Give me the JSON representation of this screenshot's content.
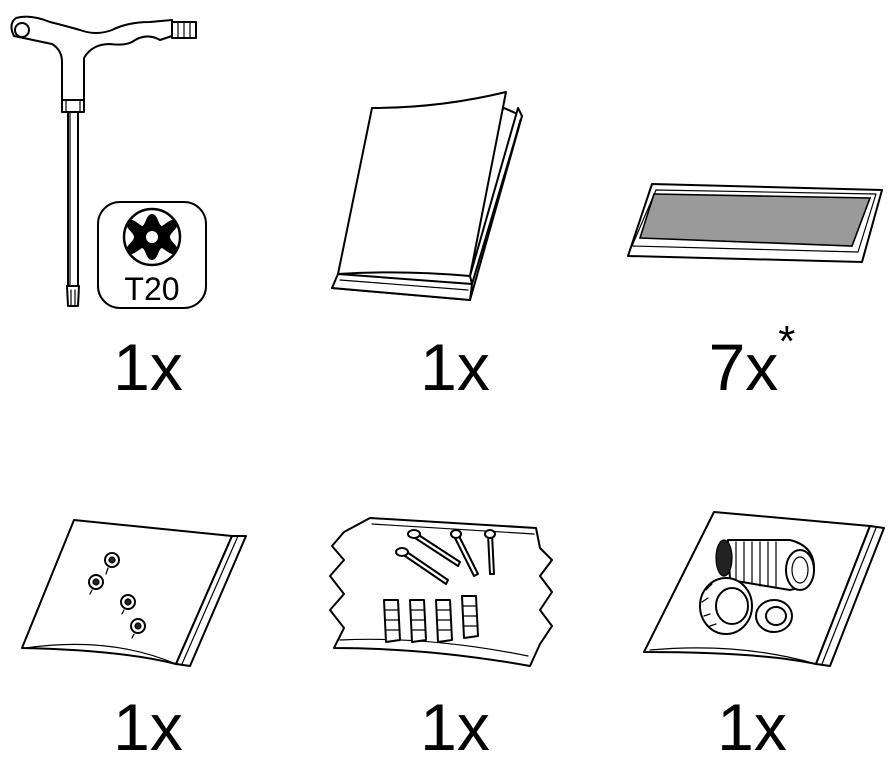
{
  "items": [
    {
      "id": "torx-key",
      "quantity": "1x",
      "marking": "T20"
    },
    {
      "id": "manual",
      "quantity": "1x"
    },
    {
      "id": "pad",
      "quantity": "7x",
      "note": "*"
    },
    {
      "id": "screws-bag",
      "quantity": "1x"
    },
    {
      "id": "wall-plugs-bag",
      "quantity": "1x"
    },
    {
      "id": "cable-glands-bag",
      "quantity": "1x"
    }
  ],
  "colors": {
    "line": "#000000",
    "pad_fill": "#9a9a9a",
    "background": "#ffffff"
  }
}
